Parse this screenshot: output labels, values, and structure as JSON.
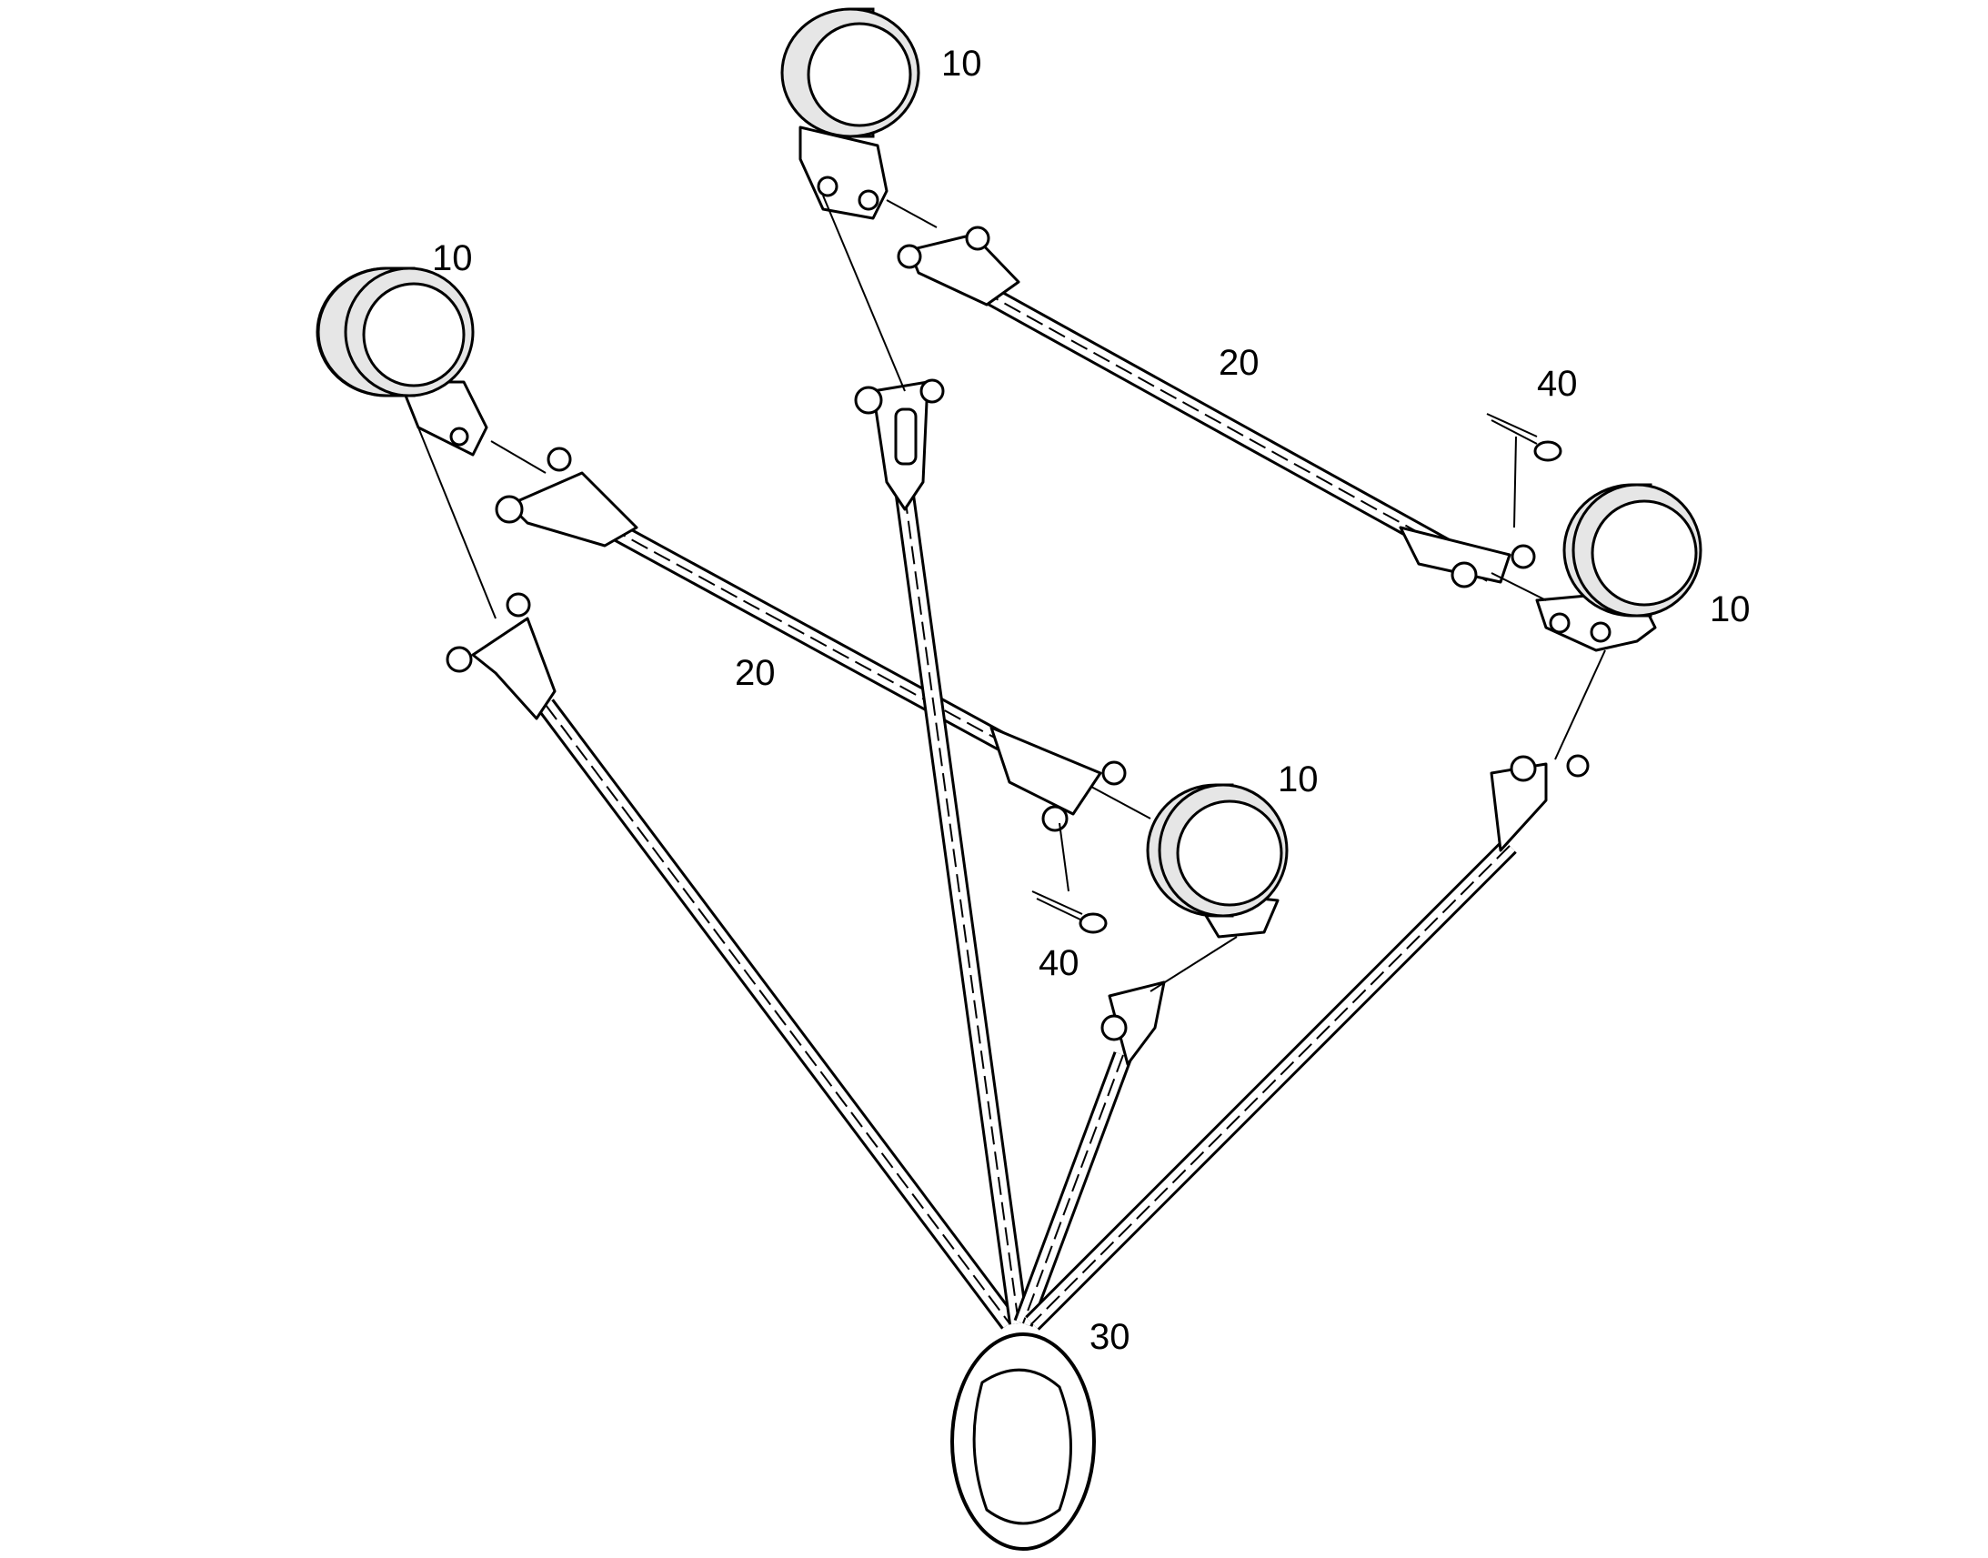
{
  "callouts": {
    "roller_top": "10",
    "roller_left": "10",
    "roller_right": "10",
    "roller_center": "10",
    "chain_upper": "20",
    "chain_middle": "20",
    "pin_right": "40",
    "pin_center": "40",
    "master_link": "30"
  }
}
